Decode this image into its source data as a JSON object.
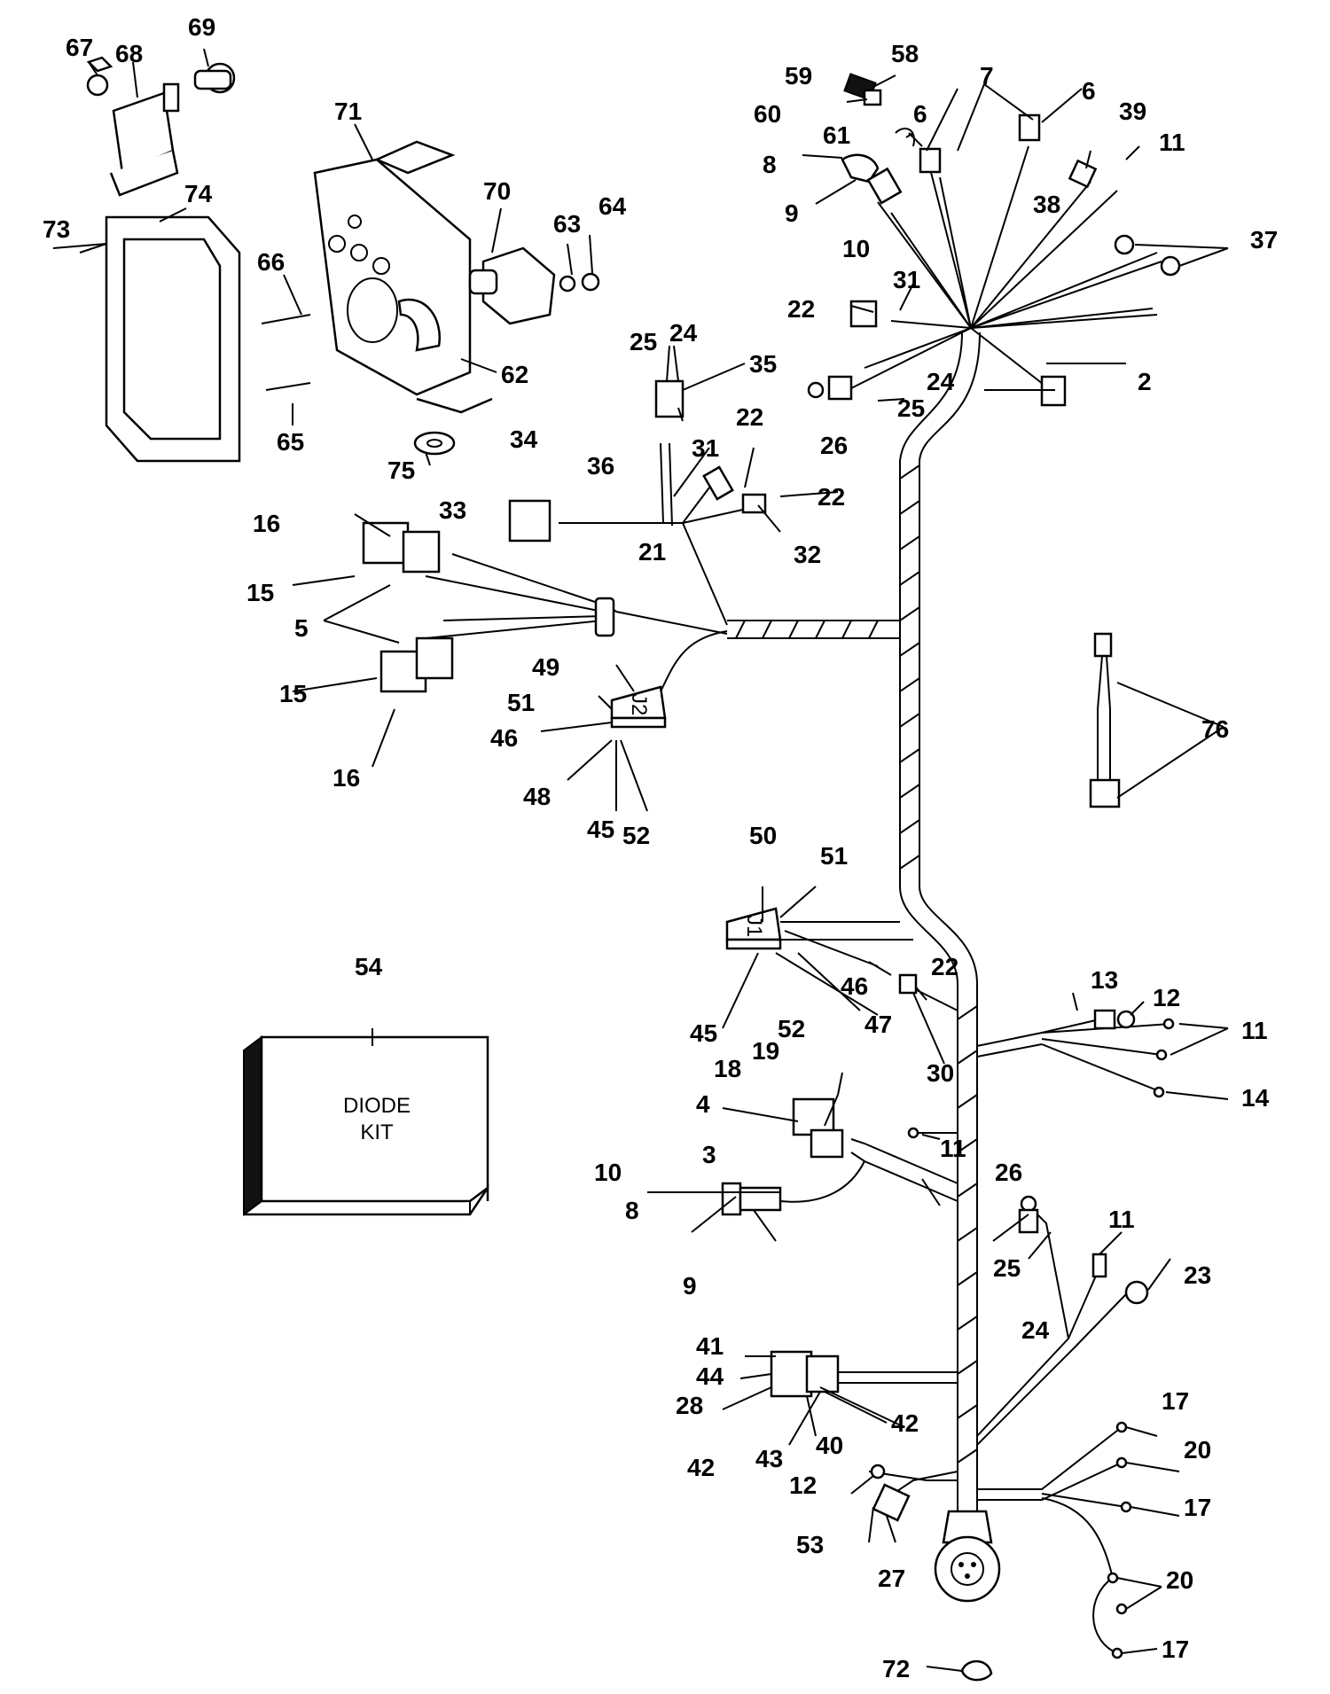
{
  "labels": {
    "l67": "67",
    "l68": "68",
    "l69": "69",
    "l71": "71",
    "l74": "74",
    "l73": "73",
    "l70": "70",
    "l63": "63",
    "l64": "64",
    "l66": "66",
    "l62": "62",
    "l65": "65",
    "l75": "75",
    "l59": "59",
    "l58": "58",
    "l60": "60",
    "l7": "7",
    "l6a": "6",
    "l6b": "6",
    "l39": "39",
    "l61": "61",
    "l11a": "11",
    "l8a": "8",
    "l9a": "9",
    "l38": "38",
    "l10a": "10",
    "l37": "37",
    "l31a": "31",
    "l22a": "22",
    "l24a": "24",
    "l25a": "25",
    "l35": "35",
    "l24b": "24",
    "l25b": "25",
    "l2": "2",
    "l26a": "26",
    "l34": "34",
    "l22b": "22",
    "l31b": "31",
    "l36": "36",
    "l33": "33",
    "l22c": "22",
    "l32": "32",
    "l16a": "16",
    "l15a": "15",
    "l21": "21",
    "l5": "5",
    "l15b": "15",
    "l16b": "16",
    "l49": "49",
    "l51a": "51",
    "l46a": "46",
    "l48": "48",
    "l45a": "45",
    "l52a": "52",
    "l76": "76",
    "l50": "50",
    "l51b": "51",
    "l54": "54",
    "l22d": "22",
    "l46b": "46",
    "l45b": "45",
    "l52b": "52",
    "l47": "47",
    "l30": "30",
    "l13": "13",
    "l12a": "12",
    "l11b": "11",
    "l14": "14",
    "l19": "19",
    "l18": "18",
    "l4": "4",
    "l3": "3",
    "l11c": "11",
    "l10b": "10",
    "l8b": "8",
    "l9b": "9",
    "l26b": "26",
    "l11d": "11",
    "l23": "23",
    "l25c": "25",
    "l24c": "24",
    "l41": "41",
    "l44": "44",
    "l28": "28",
    "l42a": "42",
    "l42b": "42",
    "l43": "43",
    "l40": "40",
    "l17a": "17",
    "l20a": "20",
    "l12b": "12",
    "l17b": "17",
    "l53": "53",
    "l27": "27",
    "l20b": "20",
    "l17c": "17",
    "l72": "72"
  },
  "diode_kit": {
    "line1": "DIODE",
    "line2": "KIT"
  },
  "connectors": {
    "j2": "J2",
    "j1": "J1"
  }
}
